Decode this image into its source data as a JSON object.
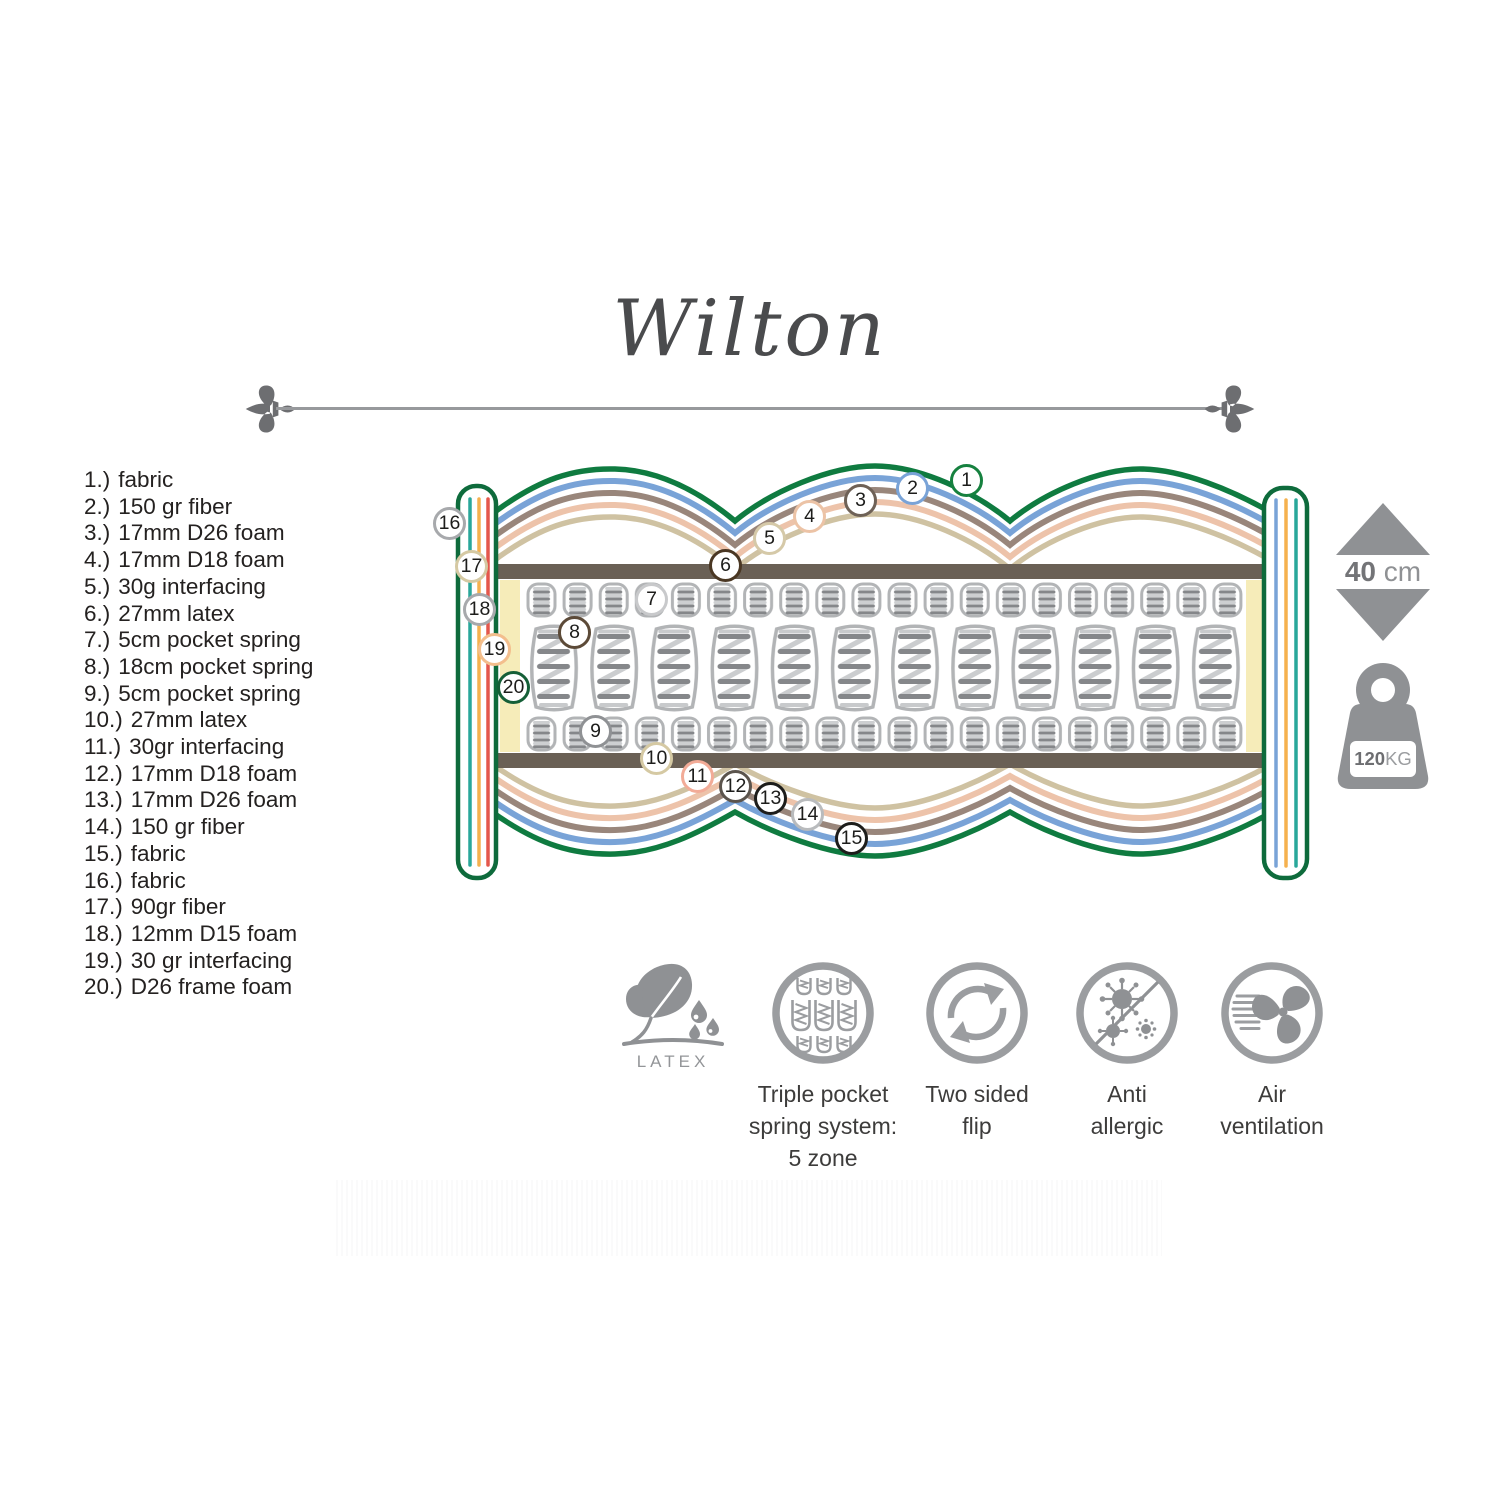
{
  "title": "Wilton",
  "legend": {
    "items": [
      {
        "n": "1.)",
        "t": "fabric"
      },
      {
        "n": "2.)",
        "t": "150 gr fiber"
      },
      {
        "n": "3.)",
        "t": "17mm D26 foam"
      },
      {
        "n": "4.)",
        "t": "17mm D18 foam"
      },
      {
        "n": "5.)",
        "t": "30g interfacing"
      },
      {
        "n": "6.)",
        "t": "27mm latex"
      },
      {
        "n": "7.)",
        "t": "5cm pocket spring"
      },
      {
        "n": "8.)",
        "t": "18cm pocket spring"
      },
      {
        "n": "9.)",
        "t": "5cm pocket spring"
      },
      {
        "n": "10.)",
        "t": "27mm latex"
      },
      {
        "n": "11.)",
        "t": "30gr interfacing"
      },
      {
        "n": "12.)",
        "t": "17mm D18 foam"
      },
      {
        "n": "13.)",
        "t": "17mm D26 foam"
      },
      {
        "n": "14.)",
        "t": "150 gr fiber"
      },
      {
        "n": "15.)",
        "t": "fabric"
      },
      {
        "n": "16.)",
        "t": "fabric"
      },
      {
        "n": "17.)",
        "t": "90gr fiber"
      },
      {
        "n": "18.)",
        "t": "12mm D15 foam"
      },
      {
        "n": "19.)",
        "t": "30 gr interfacing"
      },
      {
        "n": "20.)",
        "t": "D26 frame foam"
      }
    ]
  },
  "callouts": [
    {
      "n": "1",
      "ring": "#16813f"
    },
    {
      "n": "2",
      "ring": "#79a3d7"
    },
    {
      "n": "3",
      "ring": "#6e6156"
    },
    {
      "n": "4",
      "ring": "#ecc3a6"
    },
    {
      "n": "5",
      "ring": "#d5c9a8"
    },
    {
      "n": "6",
      "ring": "#4a3723"
    },
    {
      "n": "7",
      "ring": "#c8c9cb"
    },
    {
      "n": "8",
      "ring": "#5c4a38"
    },
    {
      "n": "9",
      "ring": "#8f9194"
    },
    {
      "n": "10",
      "ring": "#d5c9a3"
    },
    {
      "n": "11",
      "ring": "#f2ab97"
    },
    {
      "n": "12",
      "ring": "#5b544d"
    },
    {
      "n": "13",
      "ring": "#1d1d1b"
    },
    {
      "n": "14",
      "ring": "#b9bbbd"
    },
    {
      "n": "15",
      "ring": "#1d1d1b"
    },
    {
      "n": "16",
      "ring": "#a7a9ac"
    },
    {
      "n": "17",
      "ring": "#d5c9a3"
    },
    {
      "n": "18",
      "ring": "#a7a9ac"
    },
    {
      "n": "19",
      "ring": "#f3be8d"
    },
    {
      "n": "20",
      "ring": "#155f37"
    }
  ],
  "specs": {
    "height_value": "40",
    "height_unit": "cm",
    "weight_value": "120",
    "weight_unit": "KG"
  },
  "features": [
    {
      "label": "LATEX"
    },
    {
      "lines": [
        "Triple pocket",
        "spring system:",
        "5 zone"
      ]
    },
    {
      "lines": [
        "Two sided",
        "flip"
      ]
    },
    {
      "lines": [
        "Anti",
        "allergic"
      ]
    },
    {
      "lines": [
        "Air",
        "ventilation"
      ]
    }
  ],
  "colors": {
    "fabric_green": "#0f7b40",
    "fiber_blue": "#79a3d7",
    "foam_taupe": "#99867b",
    "foam_salmon": "#edc3aa",
    "interfacing_tan": "#cfc2a2",
    "latex_brown": "#6a6055",
    "frame_foam_yellow": "#f6ecb9",
    "side_teal": "#29a79a",
    "side_orange": "#f5b14e",
    "side_red": "#e4574b",
    "icon_gray": "#8f9194",
    "spring_gray": "#b2b4b6"
  }
}
